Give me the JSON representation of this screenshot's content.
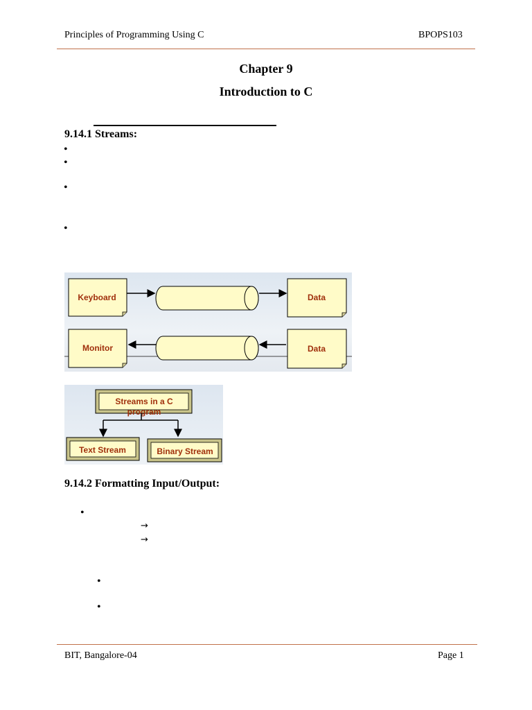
{
  "header": {
    "left": "Principles of Programming Using C",
    "right": "BPOPS103"
  },
  "titles": {
    "chapter": "Chapter 9",
    "subtitle": "Introduction to C"
  },
  "sections": {
    "streams": "9.14.1 Streams:",
    "formatting": "9.14.2 Formatting Input/Output:"
  },
  "bullets": {
    "glyph": "•",
    "arrow_glyph": "→"
  },
  "figure1": {
    "input_source": "Keyboard",
    "output_dest": "Monitor",
    "data_top": "Data",
    "data_bottom": "Data"
  },
  "figure2": {
    "root": "Streams in a C program",
    "root_line1": "Streams in a C",
    "root_line2": "program",
    "left_child": "Text Stream",
    "right_child": "Binary Stream"
  },
  "footer": {
    "left": "BIT, Bangalore-04",
    "right": "Page 1"
  },
  "colors": {
    "rule": "#c0704a",
    "box_fill": "#fffbc8",
    "label": "#a0300c"
  }
}
